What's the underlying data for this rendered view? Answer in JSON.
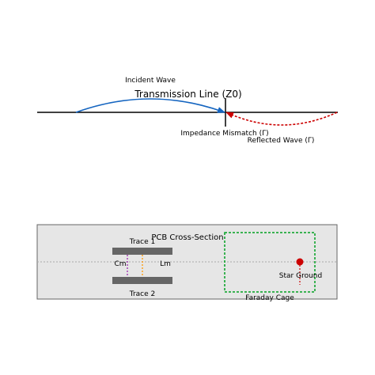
{
  "transmission_line": {
    "title": "Transmission Line (Z0)",
    "incident_label": "Incident Wave",
    "mismatch_label": "Impedance Mismatch (Γ)",
    "reflected_label": "Reflected Wave (Γ)"
  },
  "pcb": {
    "title": "PCB Cross-Section",
    "trace1_label": "Trace 1",
    "trace2_label": "Trace 2",
    "cm_label": "Cm",
    "lm_label": "Lm",
    "star_ground_label": "Star Ground",
    "faraday_label": "Faraday Cage"
  },
  "colors": {
    "incident": "#1565c0",
    "reflected": "#cc0000",
    "faraday": "#00a020",
    "cm": "#9c27b0",
    "lm": "#ff9800",
    "panel_bg": "#e6e6e6",
    "trace": "#666666"
  }
}
